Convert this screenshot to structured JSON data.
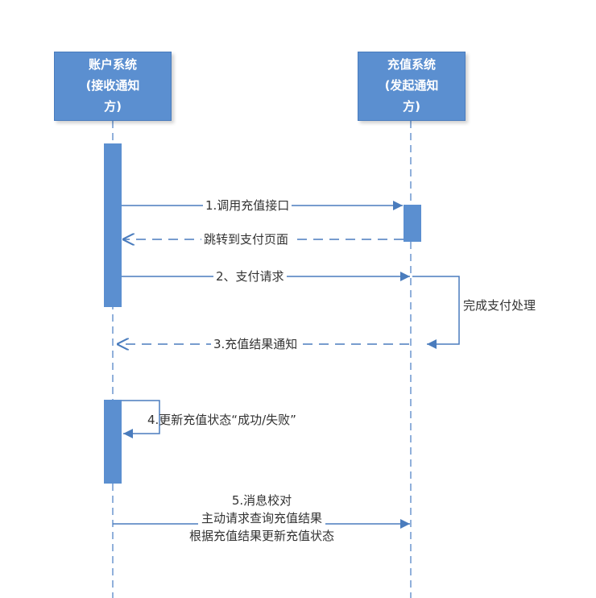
{
  "participants": {
    "account": {
      "line1": "账户系统",
      "line2": "(接收通知",
      "line3": "方)"
    },
    "recharge": {
      "line1": "充值系统",
      "line2": "(发起通知",
      "line3": "方)"
    }
  },
  "messages": {
    "m1": "1.调用充值接口",
    "m_jump": "跳转到支付页面",
    "m2": "2、支付请求",
    "m_done": "完成支付处理",
    "m3": "3.充值结果通知",
    "m4": "4.更新充值状态“成功/失败”",
    "m5_line1": "5.消息校对",
    "m5_line2": "主动请求查询充值结果",
    "m5_line3": "根据充值结果更新充值状态"
  },
  "colors": {
    "box": "#5b8fd0",
    "line": "#4a7cbd",
    "activation": "#5b8fd0"
  }
}
